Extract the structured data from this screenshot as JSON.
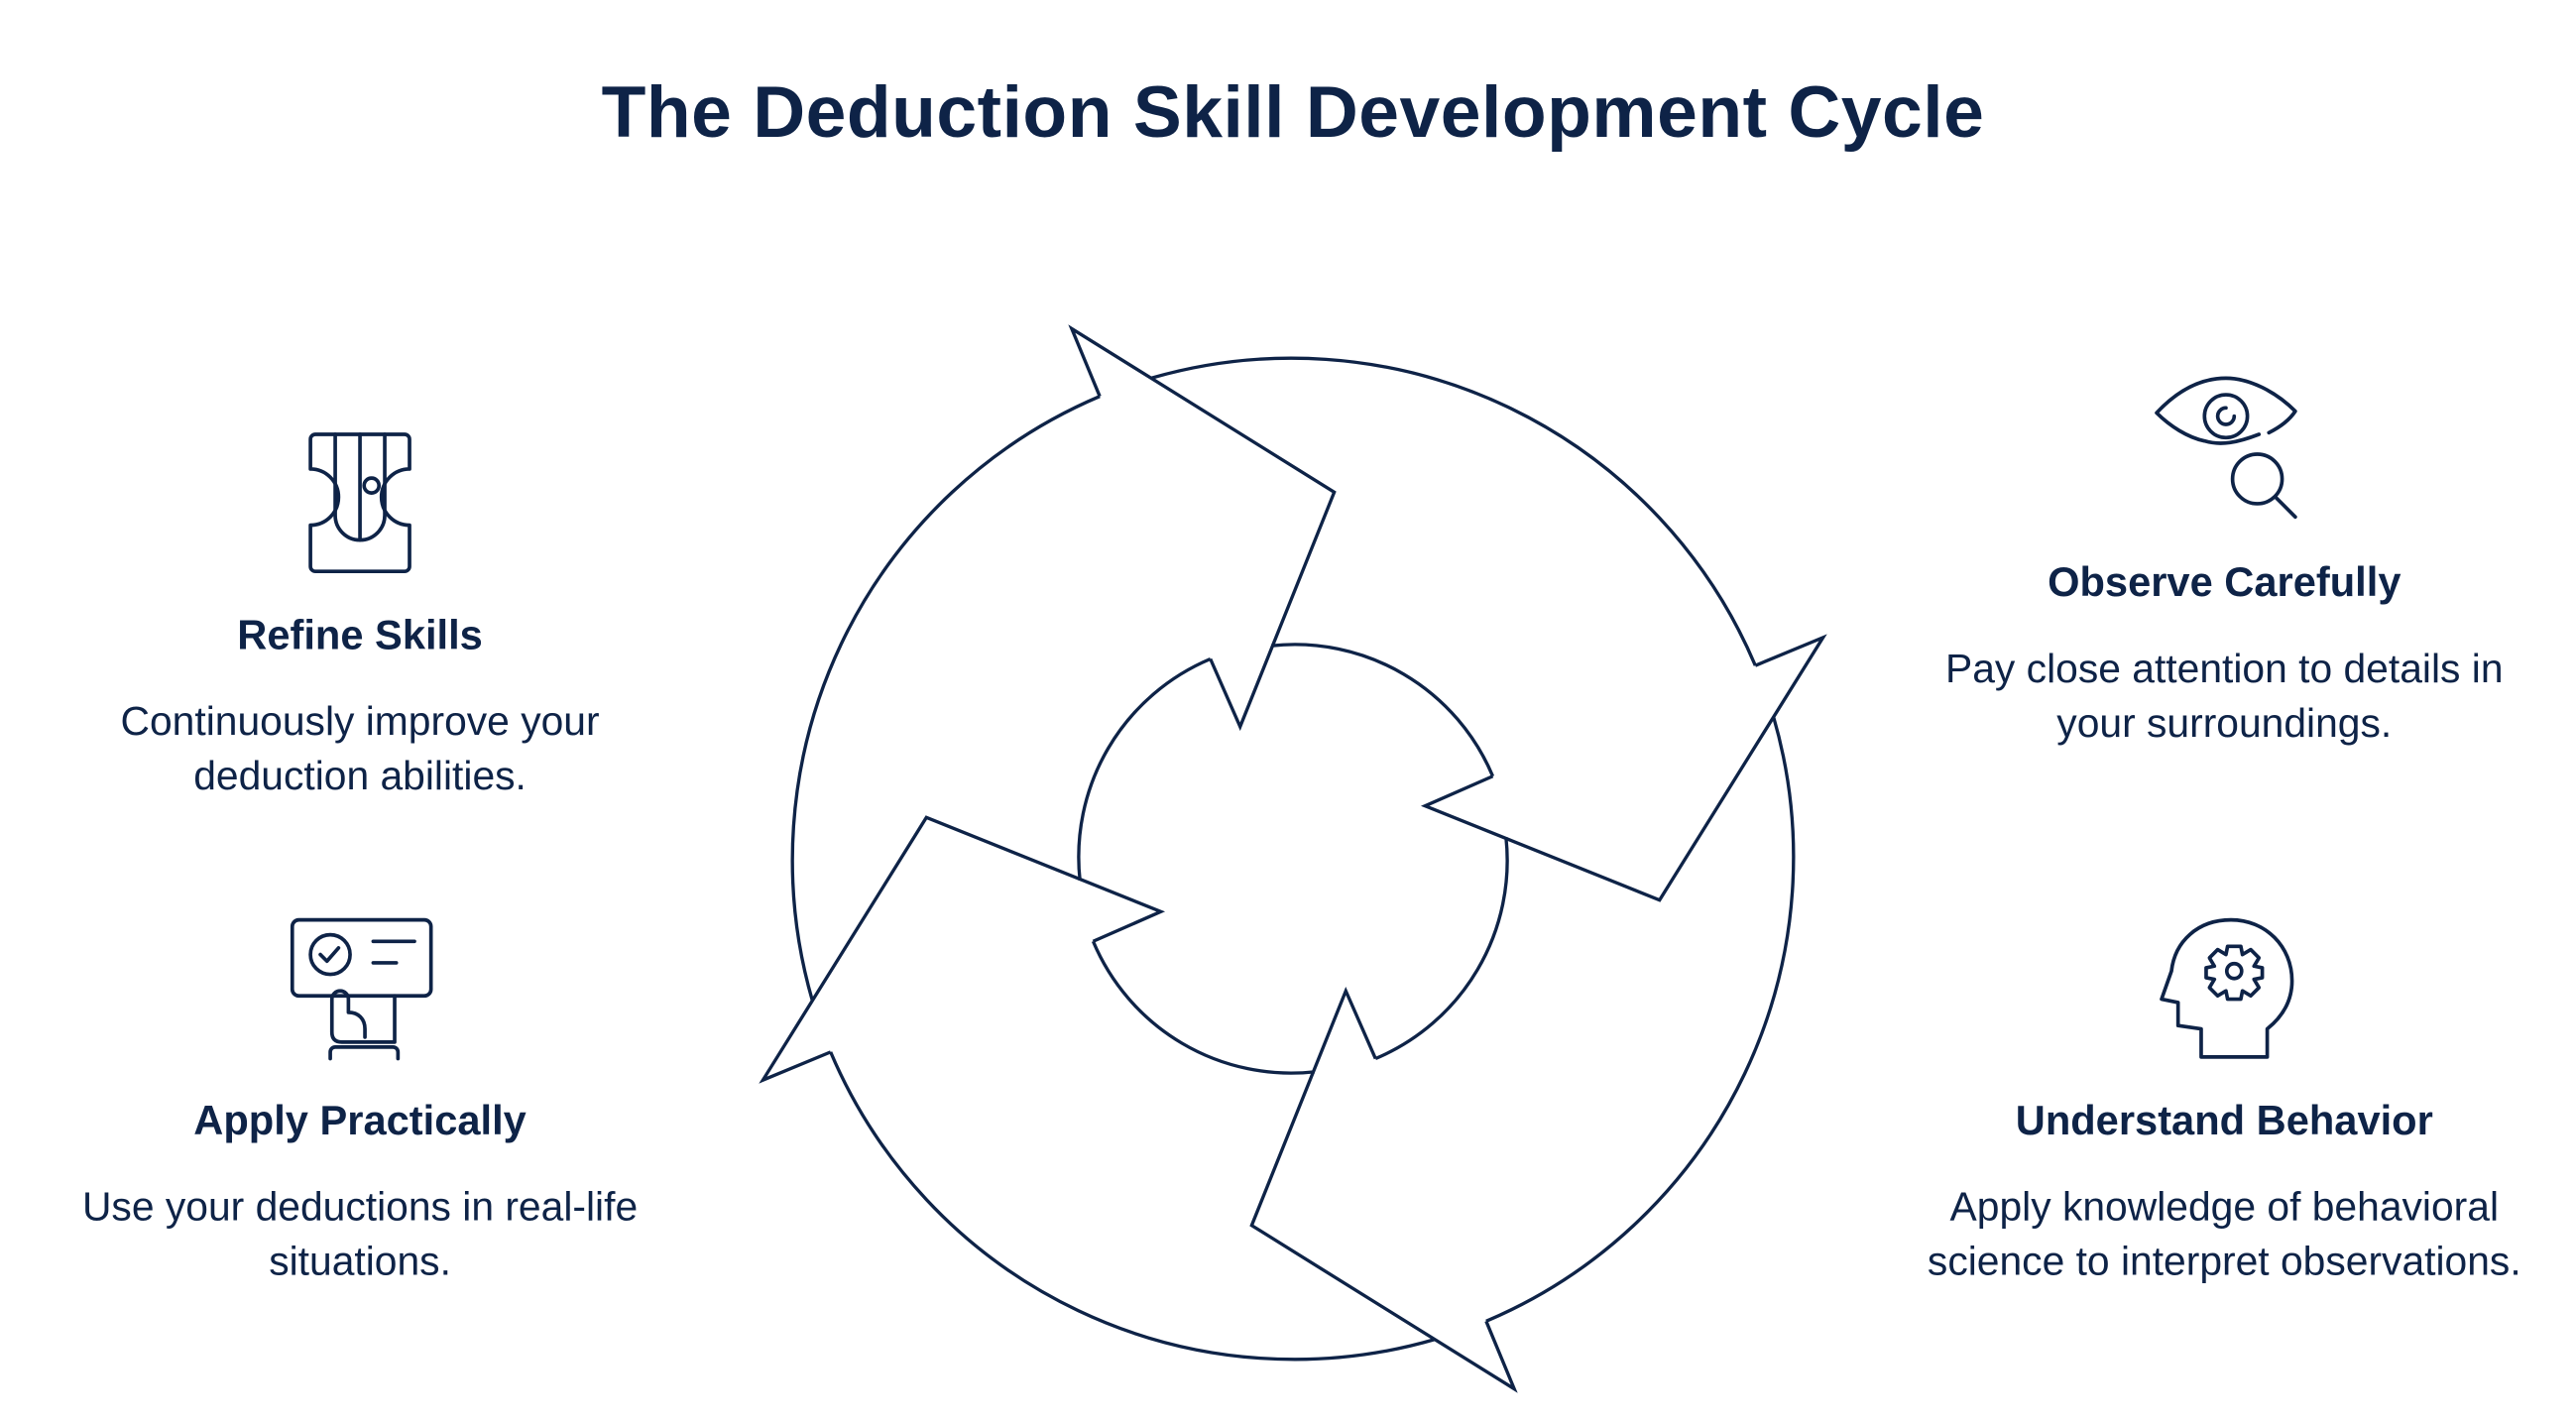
{
  "title": "The Deduction Skill Development Cycle",
  "steps": [
    {
      "title": "Observe Carefully",
      "text": "Pay close attention to details in your surroundings.",
      "icon": "eye-magnifier-icon"
    },
    {
      "title": "Understand Behavior",
      "text": "Apply knowledge of behavioral science to interpret observations.",
      "icon": "head-gear-icon"
    },
    {
      "title": "Apply Practically",
      "text": "Use your deductions in real-life situations.",
      "icon": "card-hand-icon"
    },
    {
      "title": "Refine Skills",
      "text": "Continuously improve your deduction abilities.",
      "icon": "sharpener-icon"
    }
  ],
  "colors": {
    "ink": "#0e2347",
    "background": "#ffffff"
  }
}
